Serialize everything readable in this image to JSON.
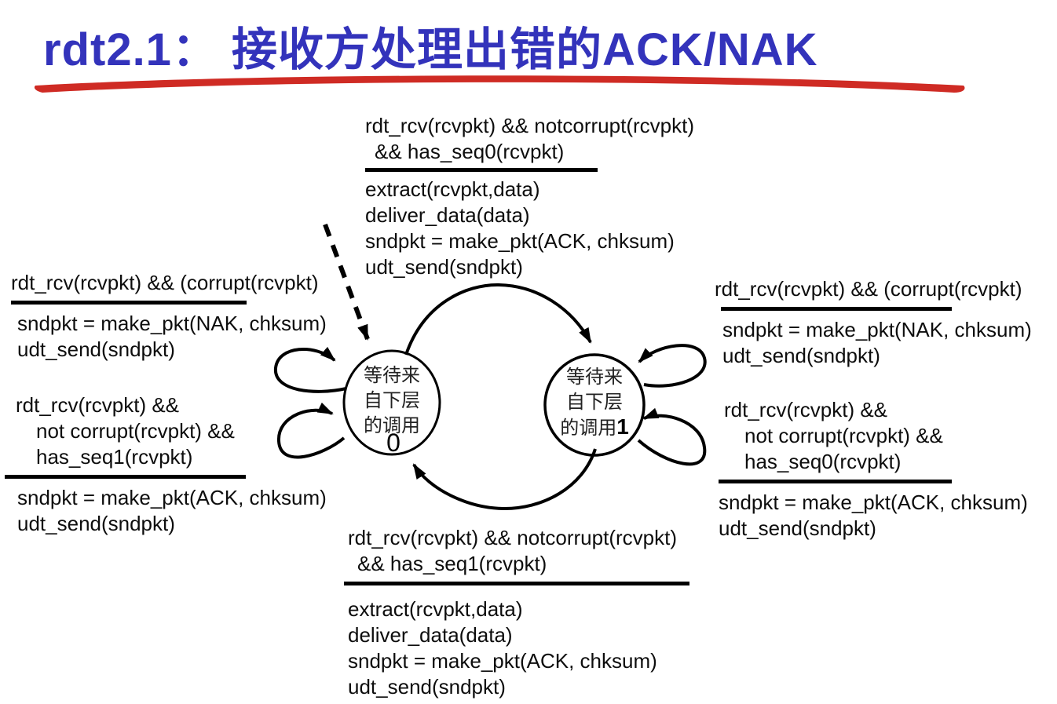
{
  "title": "rdt2.1： 接收方处理出错的ACK/NAK",
  "colors": {
    "title_blue": "#3333bb",
    "underline_red": "#cf2b24",
    "diagram_black": "#000000"
  },
  "states": {
    "wait0": {
      "line1": "等待来",
      "line2": "自下层",
      "line3": "的调用",
      "seq": "0"
    },
    "wait1": {
      "line1": "等待来",
      "line2": "自下层",
      "line3": "的调用",
      "seq": "1"
    }
  },
  "transitions": {
    "top": {
      "condition": [
        "rdt_rcv(rcvpkt) && notcorrupt(rcvpkt)",
        "&& has_seq0(rcvpkt)"
      ],
      "actions": [
        "extract(rcvpkt,data)",
        "deliver_data(data)",
        "sndpkt = make_pkt(ACK, chksum)",
        "udt_send(sndpkt)"
      ]
    },
    "left_corrupt": {
      "condition": [
        "rdt_rcv(rcvpkt) && (corrupt(rcvpkt)"
      ],
      "actions": [
        "sndpkt = make_pkt(NAK, chksum)",
        "udt_send(sndpkt)"
      ]
    },
    "left_duplicate": {
      "condition": [
        "rdt_rcv(rcvpkt) &&",
        "not corrupt(rcvpkt) &&",
        "has_seq1(rcvpkt)"
      ],
      "actions": [
        "sndpkt = make_pkt(ACK, chksum)",
        "udt_send(sndpkt)"
      ]
    },
    "right_corrupt": {
      "condition": [
        "rdt_rcv(rcvpkt) && (corrupt(rcvpkt)"
      ],
      "actions": [
        "sndpkt = make_pkt(NAK, chksum)",
        "udt_send(sndpkt)"
      ]
    },
    "right_duplicate": {
      "condition": [
        "rdt_rcv(rcvpkt) &&",
        "not corrupt(rcvpkt) &&",
        "has_seq0(rcvpkt)"
      ],
      "actions": [
        "sndpkt = make_pkt(ACK, chksum)",
        "udt_send(sndpkt)"
      ]
    },
    "bottom": {
      "condition": [
        "rdt_rcv(rcvpkt) && notcorrupt(rcvpkt)",
        "&& has_seq1(rcvpkt)"
      ],
      "actions": [
        "extract(rcvpkt,data)",
        "deliver_data(data)",
        "sndpkt = make_pkt(ACK, chksum)",
        "udt_send(sndpkt)"
      ]
    }
  }
}
